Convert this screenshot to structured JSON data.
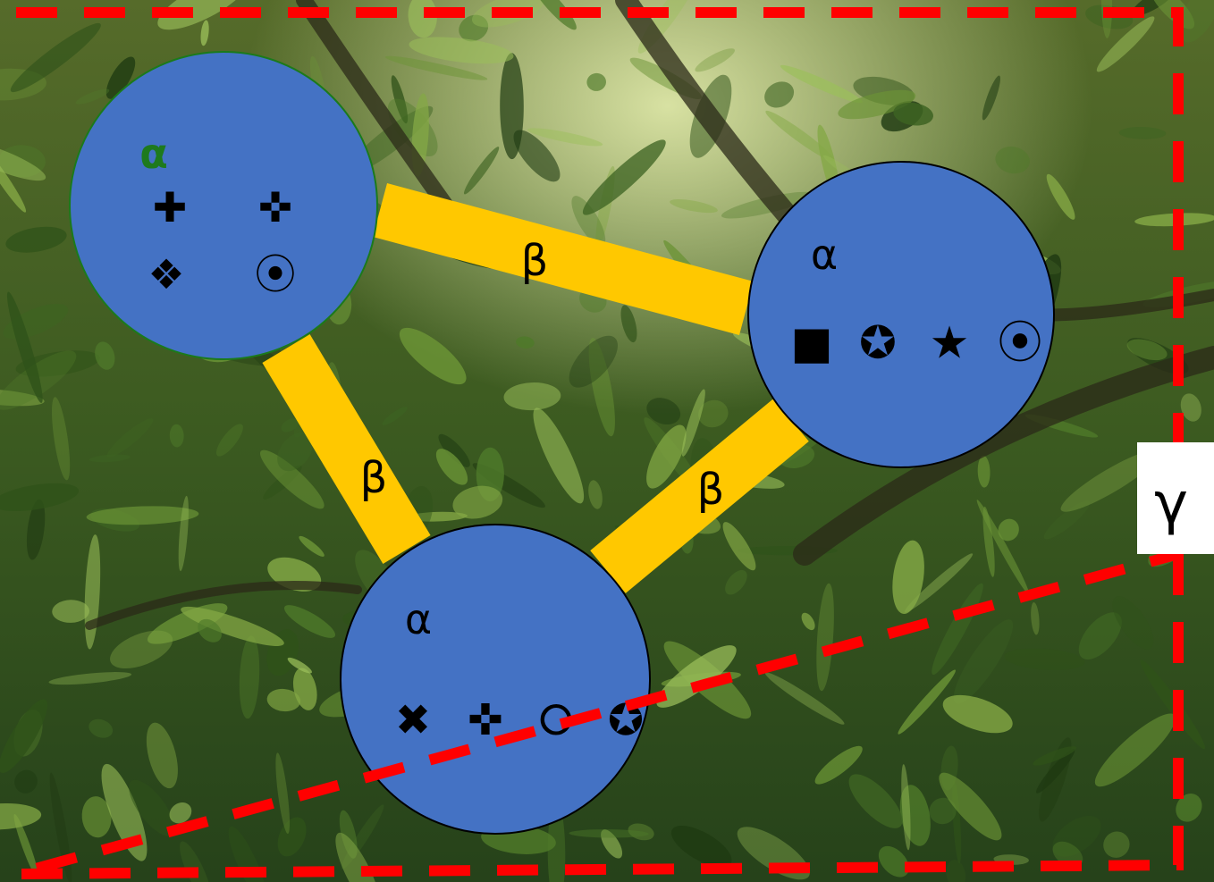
{
  "diagram": {
    "patches": [
      {
        "label": "α",
        "label_color": "#1e7a1e",
        "label_bold": true,
        "symbols": [
          "✚",
          "✜",
          "❖",
          "⦿"
        ]
      },
      {
        "label": "α",
        "label_color": "#000000",
        "label_bold": false,
        "symbols": [
          "■",
          "✪",
          "★",
          "⦿"
        ]
      },
      {
        "label": "α",
        "label_color": "#000000",
        "label_bold": false,
        "symbols": [
          "✖",
          "✜",
          "⭘",
          "✪"
        ]
      }
    ],
    "corridors": [
      {
        "label": "β",
        "from": 0,
        "to": 1
      },
      {
        "label": "β",
        "from": 0,
        "to": 2
      },
      {
        "label": "β",
        "from": 1,
        "to": 2
      }
    ],
    "region_label": "γ",
    "colors": {
      "patch_fill": "#4472c4",
      "corridor": "#ffc800",
      "boundary": "#ff0000",
      "region_label_bg": "#ffffff",
      "background": "jungle-photo"
    }
  }
}
